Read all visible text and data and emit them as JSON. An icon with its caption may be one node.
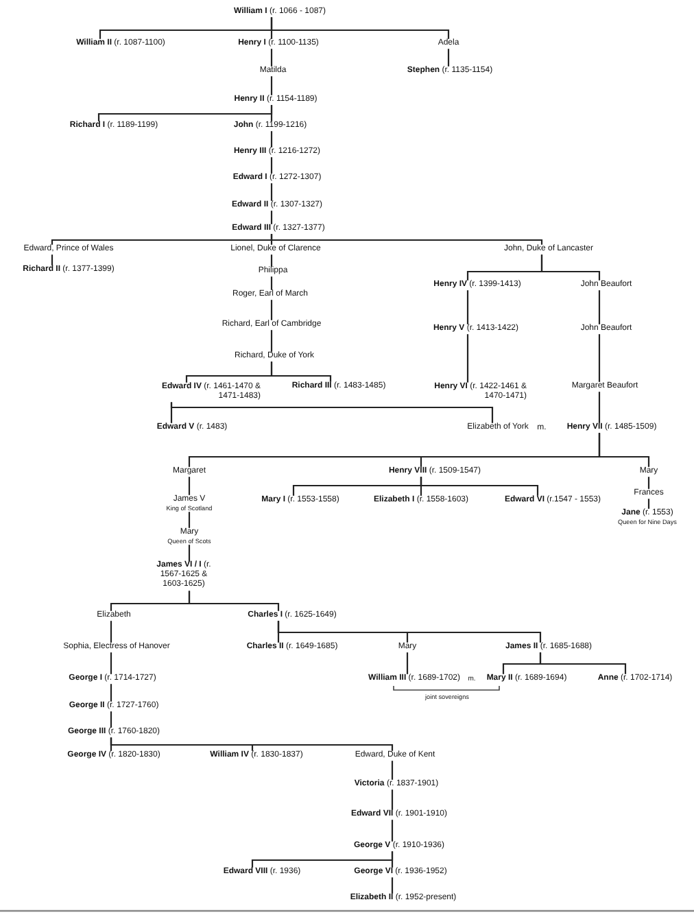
{
  "diagram": {
    "nodes": [
      {
        "text": [
          "**William I** (r. 1066 - 1087)"
        ]
      },
      {
        "text": [
          "**William II** (r. 1087-1100)"
        ]
      },
      {
        "text": [
          "**Henry I** (r. 1100-1135)"
        ]
      },
      {
        "text": [
          "Adela"
        ]
      },
      {
        "text": [
          "Matilda"
        ]
      },
      {
        "text": [
          "**Stephen** (r. 1135-1154)"
        ]
      },
      {
        "text": [
          "**Henry II** (r. 1154-1189)"
        ]
      },
      {
        "text": [
          "**Richard I** (r. 1189-1199)"
        ]
      },
      {
        "text": [
          "**John** (r. 1199-1216)"
        ]
      },
      {
        "text": [
          "**Henry III** (r. 1216-1272)"
        ]
      },
      {
        "text": [
          "**Edward I** (r. 1272-1307)"
        ]
      },
      {
        "text": [
          "**Edward II** (r. 1307-1327)"
        ]
      },
      {
        "text": [
          "**Edward III** (r. 1327-1377)"
        ]
      },
      {
        "text": [
          "Edward, Prince of Wales"
        ]
      },
      {
        "text": [
          "Lionel, Duke of Clarence"
        ]
      },
      {
        "text": [
          "John, Duke of Lancaster"
        ]
      },
      {
        "text": [
          "**Richard II** (r. 1377-1399)"
        ]
      },
      {
        "text": [
          "Philippa"
        ]
      },
      {
        "text": [
          "**Henry IV** (r. 1399-1413)"
        ]
      },
      {
        "text": [
          "John Beaufort"
        ]
      },
      {
        "text": [
          "Roger, Earl of March"
        ]
      },
      {
        "text": [
          "**Henry V** (r. 1413-1422)"
        ]
      },
      {
        "text": [
          "John Beaufort"
        ]
      },
      {
        "text": [
          "Richard, Earl of Cambridge"
        ]
      },
      {
        "text": [
          "Richard, Duke of York"
        ]
      },
      {
        "text": [
          "**Edward IV** (r. 1461-1470 & 1471-1483)"
        ]
      },
      {
        "text": [
          "**Richard III** (r. 1483-1485)"
        ]
      },
      {
        "text": [
          "**Henry VI** (r. 1422-1461 & 1470-1471)"
        ]
      },
      {
        "text": [
          "Margaret Beaufort"
        ]
      },
      {
        "text": [
          "**Edward V** (r. 1483)"
        ]
      },
      {
        "text": [
          "Elizabeth of York"
        ]
      },
      {
        "text": [
          "**Henry VII** (r. 1485-1509)"
        ]
      },
      {
        "text": [
          "Margaret"
        ]
      },
      {
        "text": [
          "**Henry VIII** (r. 1509-1547)"
        ]
      },
      {
        "text": [
          "Mary"
        ]
      },
      {
        "text": [
          "**Mary I** (r. 1553-1558)"
        ]
      },
      {
        "text": [
          "**Elizabeth I** (r. 1558-1603)"
        ]
      },
      {
        "text": [
          "**Edward VI** (r.1547 - 1553)"
        ]
      },
      {
        "text": [
          "Frances"
        ]
      },
      {
        "text": [
          "James V",
          "King of Scotland"
        ]
      },
      {
        "text": [
          "**Jane** (r. 1553)",
          "Queen for Nine Days"
        ]
      },
      {
        "text": [
          "Mary",
          "Queen of Scots"
        ]
      },
      {
        "text": [
          "**James VI / I** (r. 1567-1625 & 1603-1625)"
        ]
      },
      {
        "text": [
          "Elizabeth"
        ]
      },
      {
        "text": [
          "**Charles I** (r. 1625-1649)"
        ]
      },
      {
        "text": [
          "Sophia, Electress of Hanover"
        ]
      },
      {
        "text": [
          "**Charles II** (r. 1649-1685)"
        ]
      },
      {
        "text": [
          "Mary"
        ]
      },
      {
        "text": [
          "**James II** (r. 1685-1688)"
        ]
      },
      {
        "text": [
          "**George I** (r. 1714-1727)"
        ]
      },
      {
        "text": [
          "**William III** (r. 1689-1702)"
        ]
      },
      {
        "text": [
          "**Mary II** (r. 1689-1694)"
        ]
      },
      {
        "text": [
          "**Anne** (r. 1702-1714)"
        ]
      },
      {
        "text": [
          "**George II** (r. 1727-1760)"
        ]
      },
      {
        "text": [
          "**George III** (r. 1760-1820)"
        ]
      },
      {
        "text": [
          "**George IV** (r. 1820-1830)"
        ]
      },
      {
        "text": [
          "**William IV** (r. 1830-1837)"
        ]
      },
      {
        "text": [
          "Edward, Duke of Kent"
        ]
      },
      {
        "text": [
          "**Victoria** (r. 1837-1901)"
        ]
      },
      {
        "text": [
          "**Edward VII** (r. 1901-1910)"
        ]
      },
      {
        "text": [
          "**George V** (r. 1910-1936)"
        ]
      },
      {
        "text": [
          "**Edward VIII** (r. 1936)"
        ]
      },
      {
        "text": [
          "**George VI** (r. 1936-1952)"
        ]
      },
      {
        "text": [
          "**Elizabeth II** (r. 1952-present)"
        ]
      }
    ],
    "edges": [
      {
        "from": 0,
        "to": 1,
        "arrow": "none"
      },
      {
        "from": 0,
        "to": 2,
        "arrow": "none"
      },
      {
        "from": 0,
        "to": 3,
        "arrow": "none"
      },
      {
        "from": 2,
        "to": 4,
        "arrow": "none"
      },
      {
        "from": 3,
        "to": 5,
        "arrow": "none"
      },
      {
        "from": 4,
        "to": 6,
        "arrow": "none"
      },
      {
        "from": 6,
        "to": 7,
        "arrow": "none"
      },
      {
        "from": 6,
        "to": 8,
        "arrow": "none"
      },
      {
        "from": 8,
        "to": 9,
        "arrow": "none"
      },
      {
        "from": 9,
        "to": 10,
        "arrow": "none"
      },
      {
        "from": 10,
        "to": 11,
        "arrow": "none"
      },
      {
        "from": 11,
        "to": 12,
        "arrow": "none"
      },
      {
        "from": 12,
        "to": 13,
        "arrow": "none"
      },
      {
        "from": 12,
        "to": 14,
        "arrow": "none"
      },
      {
        "from": 12,
        "to": 15,
        "arrow": "none"
      },
      {
        "from": 13,
        "to": 16,
        "arrow": "none"
      },
      {
        "from": 14,
        "to": 17,
        "arrow": "none"
      },
      {
        "from": 15,
        "to": 18,
        "arrow": "none"
      },
      {
        "from": 15,
        "to": 19,
        "arrow": "none"
      },
      {
        "from": 17,
        "to": 20,
        "arrow": "none"
      },
      {
        "from": 18,
        "to": 21,
        "arrow": "none"
      },
      {
        "from": 19,
        "to": 22,
        "arrow": "none"
      },
      {
        "from": 20,
        "to": 23,
        "arrow": "none"
      },
      {
        "from": 21,
        "to": 27,
        "arrow": "none"
      },
      {
        "from": 22,
        "to": 28,
        "arrow": "none"
      },
      {
        "from": 23,
        "to": 24,
        "arrow": "none"
      },
      {
        "from": 24,
        "to": 25,
        "arrow": "none"
      },
      {
        "from": 24,
        "to": 26,
        "arrow": "none"
      },
      {
        "from": 28,
        "to": 31,
        "arrow": "none"
      },
      {
        "from": 25,
        "to": 29,
        "arrow": "none"
      },
      {
        "from": 25,
        "to": 30,
        "arrow": "none"
      },
      {
        "from": 31,
        "to": 32,
        "arrow": "none"
      },
      {
        "from": 31,
        "to": 33,
        "arrow": "none"
      },
      {
        "from": 31,
        "to": 34,
        "arrow": "none"
      },
      {
        "from": 33,
        "to": 35,
        "arrow": "none"
      },
      {
        "from": 33,
        "to": 36,
        "arrow": "none"
      },
      {
        "from": 33,
        "to": 37,
        "arrow": "none"
      },
      {
        "from": 34,
        "to": 38,
        "arrow": "none"
      },
      {
        "from": 32,
        "to": 39,
        "arrow": "none"
      },
      {
        "from": 38,
        "to": 40,
        "arrow": "none"
      },
      {
        "from": 39,
        "to": 41,
        "arrow": "none"
      },
      {
        "from": 41,
        "to": 42,
        "arrow": "none"
      },
      {
        "from": 42,
        "to": 43,
        "arrow": "none"
      },
      {
        "from": 42,
        "to": 44,
        "arrow": "none"
      },
      {
        "from": 43,
        "to": 45,
        "arrow": "none"
      },
      {
        "from": 44,
        "to": 46,
        "arrow": "none"
      },
      {
        "from": 44,
        "to": 47,
        "arrow": "none"
      },
      {
        "from": 44,
        "to": 48,
        "arrow": "none"
      },
      {
        "from": 45,
        "to": 49,
        "arrow": "none"
      },
      {
        "from": 47,
        "to": 50,
        "arrow": "none"
      },
      {
        "from": 48,
        "to": 51,
        "arrow": "none"
      },
      {
        "from": 48,
        "to": 52,
        "arrow": "none"
      },
      {
        "from": 49,
        "to": 53,
        "arrow": "none"
      },
      {
        "from": 53,
        "to": 54,
        "arrow": "none"
      },
      {
        "from": 54,
        "to": 55,
        "arrow": "none"
      },
      {
        "from": 54,
        "to": 56,
        "arrow": "none"
      },
      {
        "from": 54,
        "to": 57,
        "arrow": "none"
      },
      {
        "from": 57,
        "to": 58,
        "arrow": "none"
      },
      {
        "from": 58,
        "to": 59,
        "arrow": "none"
      },
      {
        "from": 59,
        "to": 60,
        "arrow": "none"
      },
      {
        "from": 60,
        "to": 61,
        "arrow": "none"
      },
      {
        "from": 60,
        "to": 62,
        "arrow": "none"
      },
      {
        "from": 62,
        "to": 63,
        "arrow": "none"
      }
    ],
    "labels": [
      "m.",
      "m.",
      "joint sovereigns"
    ]
  }
}
